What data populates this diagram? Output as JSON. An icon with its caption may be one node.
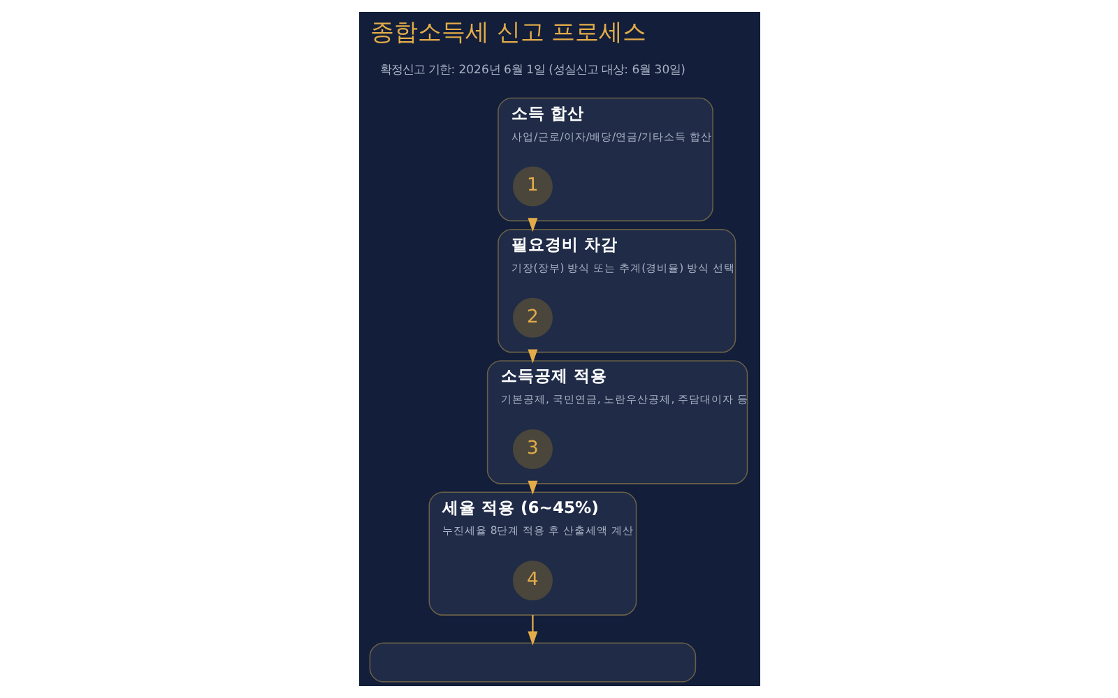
{
  "diagram": {
    "title": "종합소득세 신고 프로세스",
    "nodes": [
      {
        "text": [
          "소득 합산",
          "사업/근로/이자/배당/연금/기타소득 합산"
        ]
      },
      {
        "text": [
          "1"
        ],
        "in": 0
      },
      {
        "text": [
          "필요경비 차감",
          "기장(장부) 방식 또는 추계(경비율) 방식 선택"
        ]
      },
      {
        "text": [
          "2"
        ],
        "in": 2
      },
      {
        "text": [
          "소득공제 적용",
          "기본공제, 국민연금, 노란우산공제, 주담대이자 등"
        ]
      },
      {
        "text": [
          "3"
        ],
        "in": 4
      },
      {
        "text": [
          "세율 적용 (6~45%)",
          "누진세율 8단계 적용 후 산출세액 계산"
        ]
      },
      {
        "text": [
          "4"
        ],
        "in": 6
      },
      {
        "text": [],
        "shape": "box"
      }
    ],
    "edges": [
      {
        "from": 0,
        "to": 2,
        "arrow": "to"
      },
      {
        "from": 2,
        "to": 4,
        "arrow": "to"
      },
      {
        "from": 4,
        "to": 6,
        "arrow": "to"
      },
      {
        "from": 6,
        "to": 8,
        "arrow": "to"
      }
    ],
    "labels": [
      "확정신고 기한: 2026년 6월 1일 (성실신고 대상: 6월 30일)"
    ]
  }
}
